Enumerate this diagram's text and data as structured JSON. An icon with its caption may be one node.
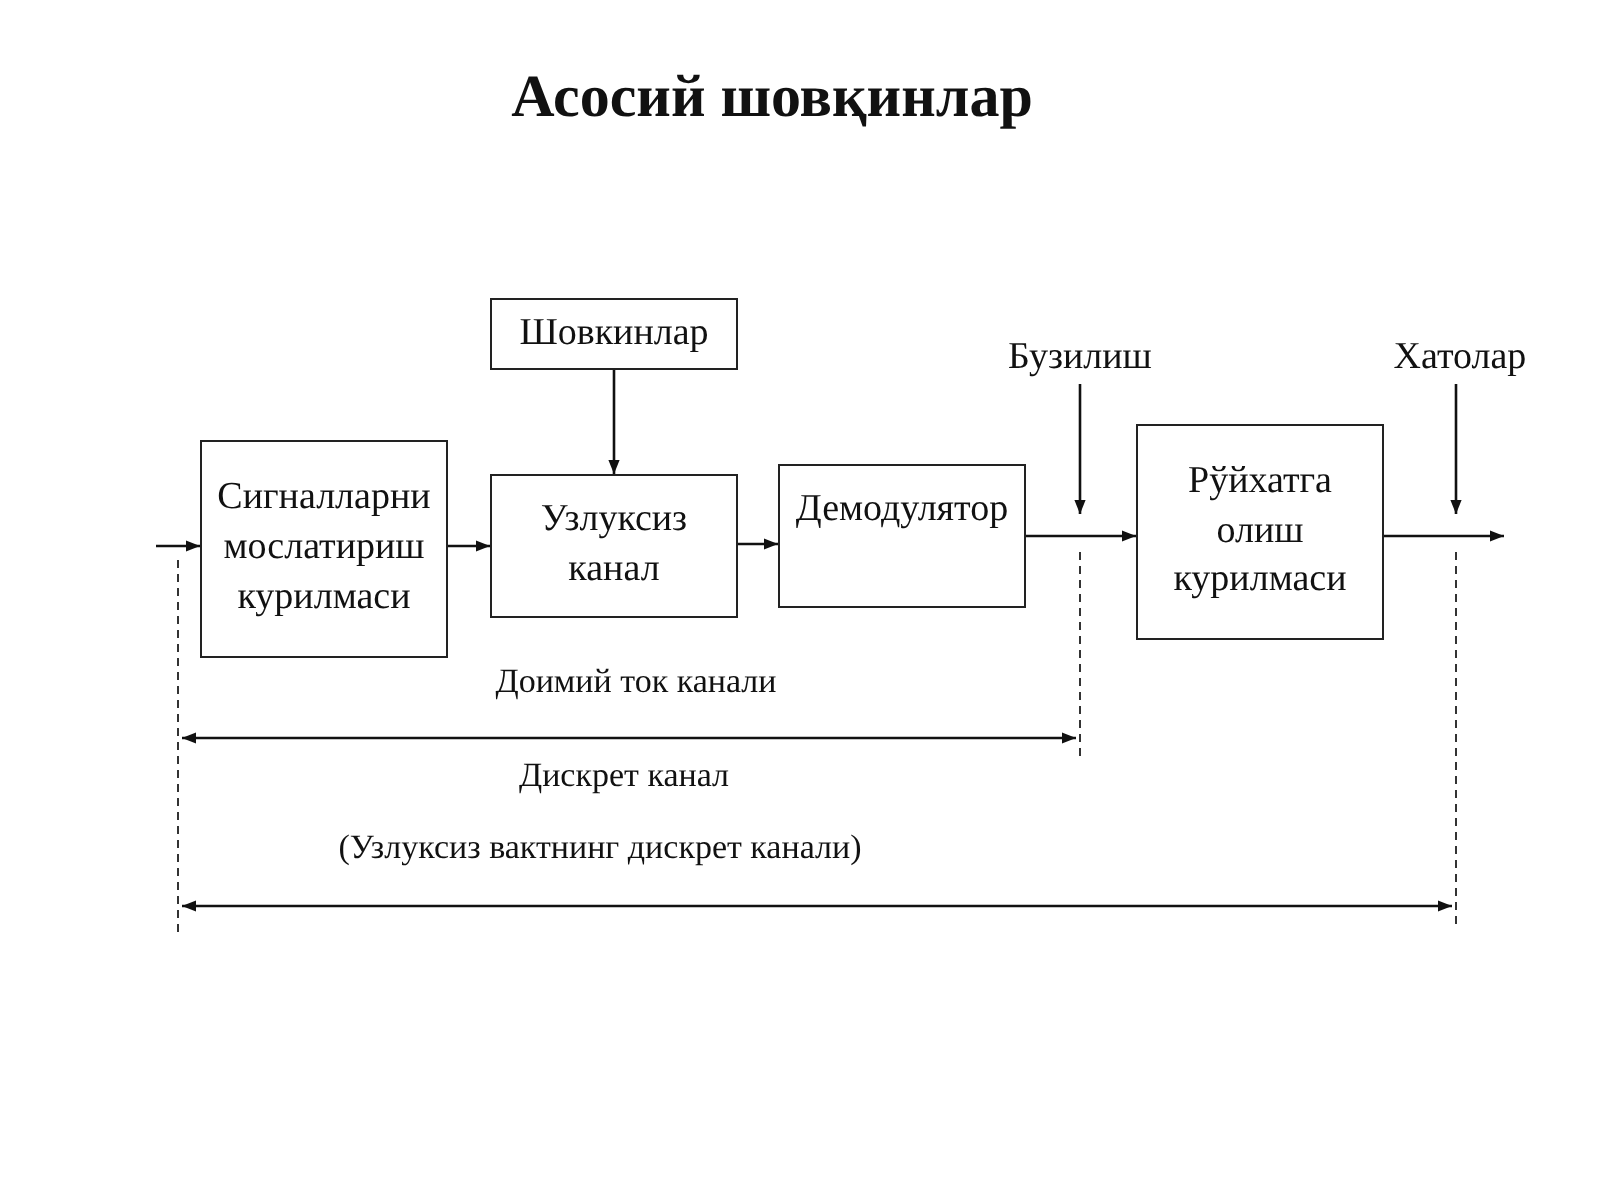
{
  "diagram": {
    "title": "Асосий шовқинлар",
    "nodes": [
      {
        "text": [
          "Шовкинлар"
        ]
      },
      {
        "text": [
          "Бузилиш"
        ]
      },
      {
        "text": [
          "Хатолар"
        ]
      },
      {
        "text": [
          "Сигналларни мослатириш курилмаси"
        ]
      },
      {
        "text": [
          "Узлуксиз канал"
        ]
      },
      {
        "text": [
          "Демодулятор"
        ]
      },
      {
        "text": [
          "Рўйхатга олиш курилмаси"
        ]
      }
    ],
    "edges": [
      {
        "from": null,
        "to": 3,
        "arrow": "to"
      },
      {
        "from": 3,
        "to": 4,
        "arrow": "to"
      },
      {
        "from": 0,
        "to": 4,
        "arrow": "to"
      },
      {
        "from": 4,
        "to": 5,
        "arrow": "to"
      },
      {
        "from": 5,
        "to": 6,
        "arrow": "to"
      },
      {
        "from": 1,
        "to": null,
        "arrow": "to"
      },
      {
        "from": 2,
        "to": null,
        "arrow": "to"
      },
      {
        "from": 6,
        "to": null,
        "arrow": "to"
      }
    ],
    "labels": [
      "Доимий ток канали",
      "Дискрет канал",
      "(Узлуксиз вактнинг дискрет канали)"
    ]
  }
}
